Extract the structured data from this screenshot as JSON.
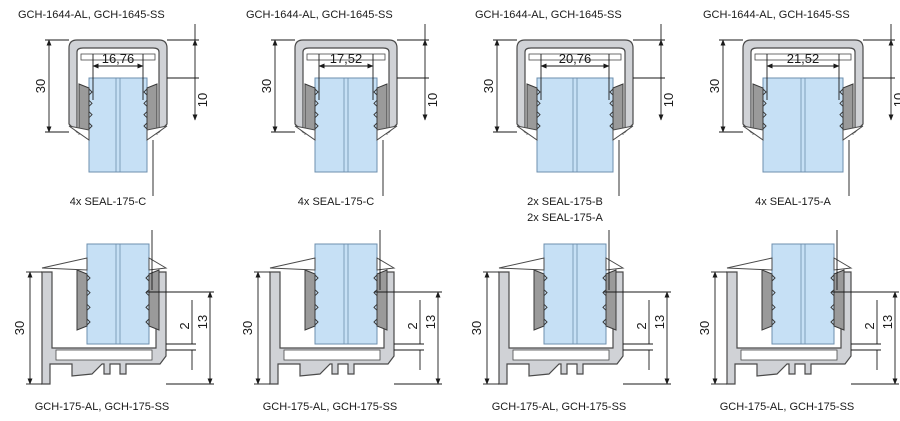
{
  "colors": {
    "profile_fill": "#d0d2d6",
    "profile_stroke": "#4a4a4a",
    "glass_fill": "#c6e0f5",
    "glass_stroke": "#6e8fae",
    "seal_fill": "#9a9a9a",
    "seal_stroke": "#3a3a3a",
    "dim_line": "#1a1a1a",
    "text": "#1a1a1a"
  },
  "top_row": [
    {
      "label": "GCH-1644-AL,  GCH-1645-SS",
      "width_dim": "16,76",
      "height_dim": "30",
      "depth_dim": "10",
      "seal": "4x SEAL-175-C",
      "seal_extra": ""
    },
    {
      "label": "GCH-1644-AL,  GCH-1645-SS",
      "width_dim": "17,52",
      "height_dim": "30",
      "depth_dim": "10",
      "seal": "4x SEAL-175-C",
      "seal_extra": ""
    },
    {
      "label": "GCH-1644-AL,  GCH-1645-SS",
      "width_dim": "20,76",
      "height_dim": "30",
      "depth_dim": "10",
      "seal": "2x SEAL-175-B",
      "seal_extra": "2x SEAL-175-A"
    },
    {
      "label": "GCH-1644-AL,  GCH-1645-SS",
      "width_dim": "21,52",
      "height_dim": "30",
      "depth_dim": "10",
      "seal": "4x SEAL-175-A",
      "seal_extra": ""
    }
  ],
  "bottom_row": [
    {
      "label": "GCH-175-AL,  GCH-175-SS",
      "height_dim": "30",
      "small_dim": "2",
      "depth_dim": "13"
    },
    {
      "label": "GCH-175-AL,  GCH-175-SS",
      "height_dim": "30",
      "small_dim": "2",
      "depth_dim": "13"
    },
    {
      "label": "GCH-175-AL,  GCH-175-SS",
      "height_dim": "30",
      "small_dim": "2",
      "depth_dim": "13"
    },
    {
      "label": "GCH-175-AL,  GCH-175-SS",
      "height_dim": "30",
      "small_dim": "2",
      "depth_dim": "13"
    }
  ]
}
